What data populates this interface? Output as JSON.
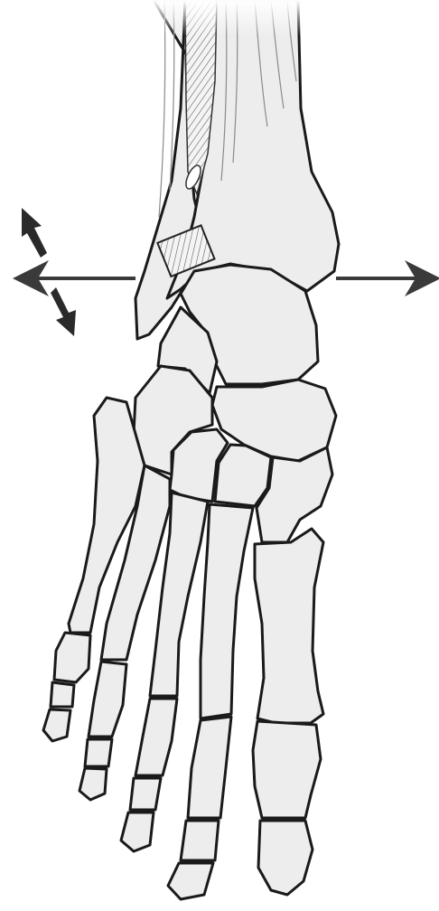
{
  "figure": {
    "subject": "foot-and-ankle-skeleton-anterior-view",
    "colors": {
      "bone_fill": "#ededed",
      "outline": "#1a1a1a",
      "axis": "#3a3a3a",
      "muscle_fiber": "#8a8a8a"
    },
    "icons": [
      "double-headed-rotation-arrow",
      "horizontal-axis-arrow",
      "hatched-ligament-marker"
    ]
  }
}
